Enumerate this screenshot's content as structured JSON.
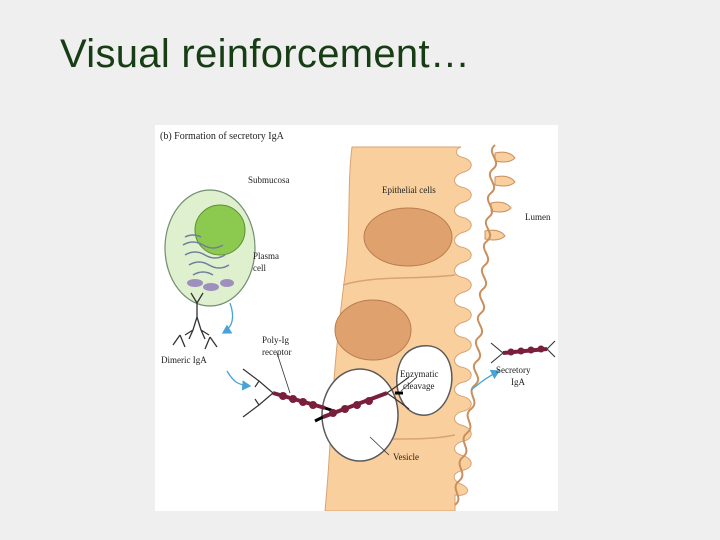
{
  "slide": {
    "title": "Visual reinforcement…"
  },
  "figure": {
    "panel_title": "(b) Formation of secretory IgA",
    "labels": {
      "submucosa": "Submucosa",
      "epithelial_cells": "Epithelial cells",
      "lumen": "Lumen",
      "plasma": "Plasma",
      "cell": "cell",
      "dimeric_iga": "Dimeric IgA",
      "poly_ig": "Poly-Ig",
      "receptor": "receptor",
      "enzymatic": "Enzymatic",
      "cleavage": "cleavage",
      "secretory": "Secretory",
      "iga": "IgA",
      "vesicle": "Vesicle"
    }
  },
  "colors": {
    "title": "#173d14",
    "epithelium": "#f9cf9e",
    "nucleus": "#dfa26f",
    "plasma_cell": "#dff0cf",
    "plasma_nucleus": "#8cc94f",
    "chain": "#7a1f3b",
    "arrow": "#4aa3d6"
  }
}
